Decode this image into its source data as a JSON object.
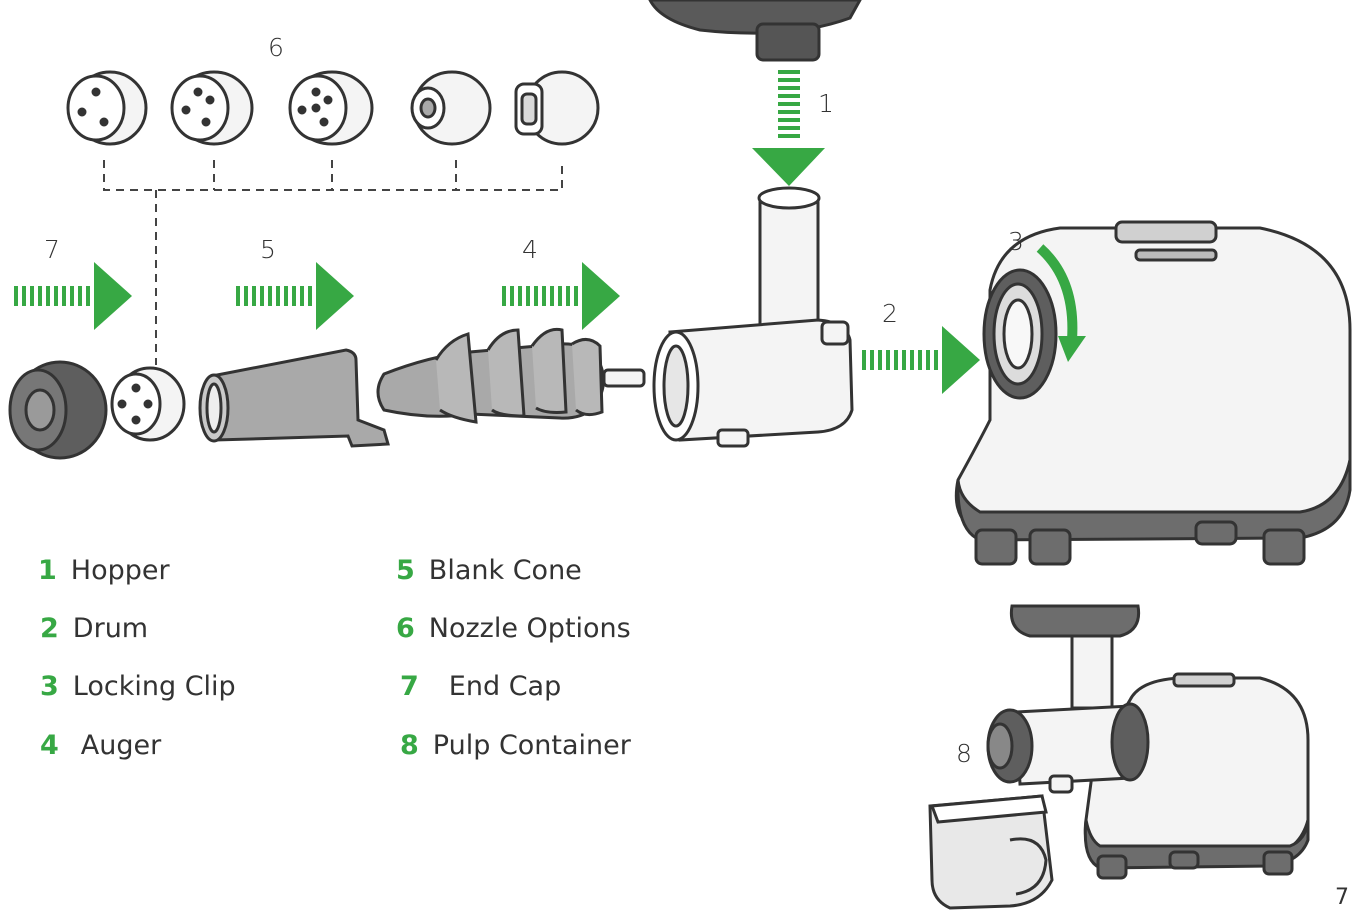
{
  "callouts": {
    "c1": "1",
    "c2": "2",
    "c3": "3",
    "c4": "4",
    "c5": "5",
    "c6": "6",
    "c7": "7",
    "c8": "8"
  },
  "legend": [
    {
      "num": "1",
      "label": "Hopper"
    },
    {
      "num": "2",
      "label": "Drum"
    },
    {
      "num": "3",
      "label": "Locking Clip"
    },
    {
      "num": "4",
      "label": "Auger"
    },
    {
      "num": "5",
      "label": "Blank Cone"
    },
    {
      "num": "6",
      "label": "Nozzle Options"
    },
    {
      "num": "7",
      "label": "End Cap"
    },
    {
      "num": "8",
      "label": "Pulp Container"
    }
  ],
  "page_number": "7",
  "colors": {
    "accent_green": "#37a844",
    "dark_gray": "#555555",
    "outline": "#333333",
    "part_white": "#f4f4f4",
    "part_gray": "#a9a9a9"
  }
}
